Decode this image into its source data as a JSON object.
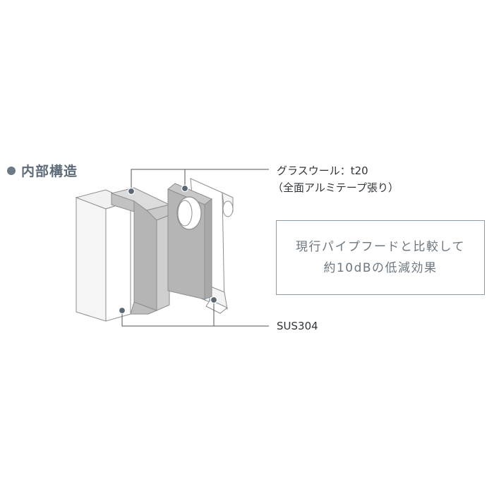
{
  "section": {
    "title": "内部構造",
    "bullet_icon": "circle-bullet-icon"
  },
  "labels": {
    "glass_wool_name": "グラスウール：t20",
    "glass_wool_note": "（全面アルミテープ張り）",
    "stainless": "SUS304"
  },
  "callout": {
    "line1": "現行パイプフードと比較して",
    "line2": "約10dBの低減効果"
  },
  "colors": {
    "heading": "#5d6c78",
    "marker": "#6b7a86",
    "glass_wool": "#b5b5b5",
    "outline": "#8a8f93"
  }
}
